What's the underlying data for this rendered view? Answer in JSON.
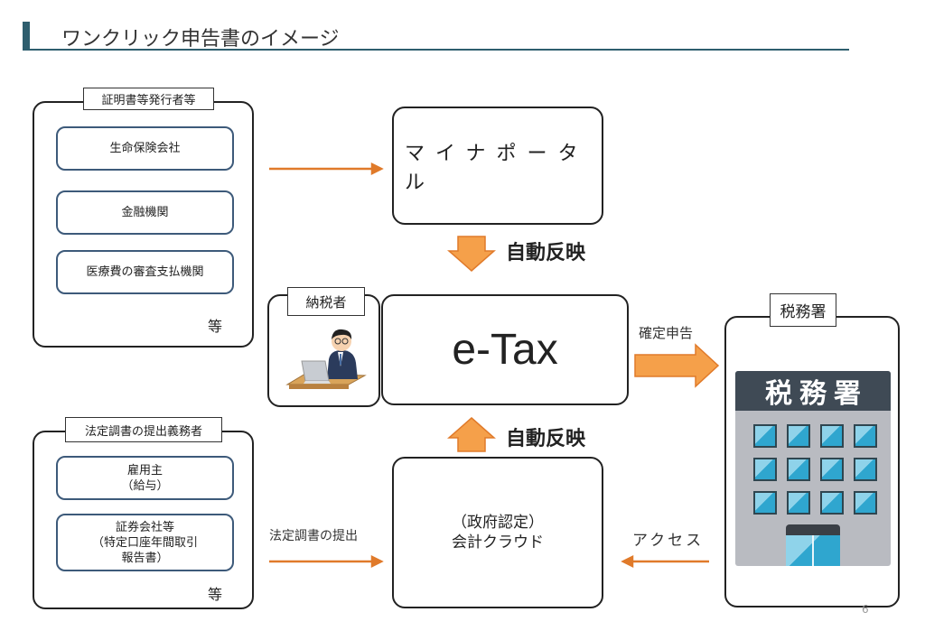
{
  "title": "ワンクリック申告書のイメージ",
  "issuers": {
    "label": "証明書等発行者等",
    "items": [
      "生命保険会社",
      "金融機関",
      "医療費の審査支払機関"
    ],
    "etc": "等"
  },
  "statutory": {
    "label": "法定調書の提出義務者",
    "items": [
      {
        "line1": "雇用主",
        "line2": "（給与）",
        "line3": ""
      },
      {
        "line1": "証券会社等",
        "line2": "（特定口座年間取引",
        "line3": "報告書）"
      }
    ],
    "etc": "等"
  },
  "mynaportal": "マイナポータル",
  "auto_reflect_top": "自動反映",
  "auto_reflect_bottom": "自動反映",
  "taxpayer_label": "納税者",
  "etax": "e-Tax",
  "filing_label": "確定申告",
  "tax_office": {
    "label": "税務署",
    "sign": "税務署"
  },
  "cloud": {
    "line1": "（政府認定）",
    "line2": "会計クラウド"
  },
  "submission_label": "法定調書の提出",
  "access_label": "アクセス",
  "page_number": "6",
  "colors": {
    "accent": "#2e5e6e",
    "arrow": "#e07a2a",
    "item_border": "#3d5a7a",
    "block_arrow": "#f5a04a"
  }
}
